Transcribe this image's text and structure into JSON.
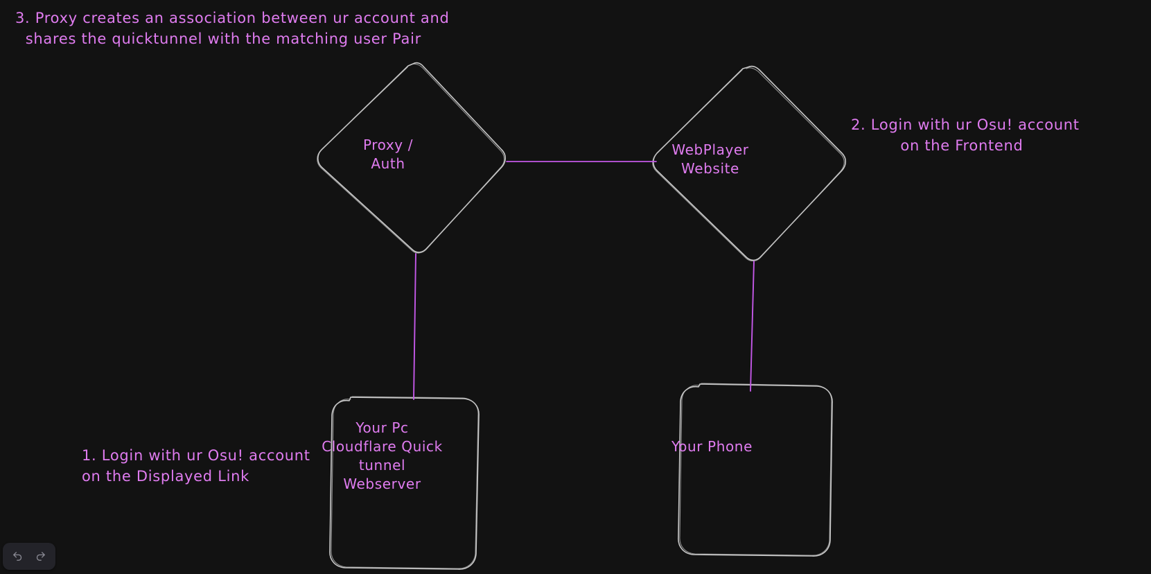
{
  "canvas": {
    "background_color": "#121212",
    "stroke_color": "#c9c9c9",
    "text_color": "#e07cf0",
    "connector_color": "#c458e8"
  },
  "annotations": [
    {
      "id": "annotation-3",
      "name": "annotation-step-3",
      "text": "3. Proxy creates an association between ur account and\n  shares the quicktunnel with the matching user Pair"
    },
    {
      "id": "annotation-2",
      "name": "annotation-step-2",
      "text": "2. Login with ur Osu! account\non the Frontend"
    },
    {
      "id": "annotation-1",
      "name": "annotation-step-1",
      "text": "1. Login with ur Osu! account\non the Displayed Link"
    }
  ],
  "nodes": [
    {
      "id": "label-proxy-auth",
      "name": "node-proxy-auth",
      "shape": "diamond",
      "label": "Proxy /\nAuth"
    },
    {
      "id": "label-webplayer",
      "name": "node-webplayer-website",
      "shape": "diamond",
      "label": "WebPlayer\nWebsite"
    },
    {
      "id": "label-your-pc",
      "name": "node-your-pc",
      "shape": "rounded-rectangle",
      "label": "Your Pc\nCloudflare Quick\ntunnel\nWebserver"
    },
    {
      "id": "label-your-phone",
      "name": "node-your-phone",
      "shape": "rounded-rectangle",
      "label": "Your Phone"
    }
  ],
  "connectors": [
    {
      "name": "connector-proxy-to-webplayer",
      "from": "node-proxy-auth",
      "to": "node-webplayer-website",
      "orientation": "horizontal"
    },
    {
      "name": "connector-proxy-to-your-pc",
      "from": "node-proxy-auth",
      "to": "node-your-pc",
      "orientation": "vertical"
    },
    {
      "name": "connector-webplayer-to-your-phone",
      "from": "node-webplayer-website",
      "to": "node-your-phone",
      "orientation": "vertical"
    }
  ],
  "toolbar": {
    "undo_label": "Undo",
    "redo_label": "Redo",
    "undo_icon": "undo-arrow-icon",
    "redo_icon": "redo-arrow-icon"
  }
}
